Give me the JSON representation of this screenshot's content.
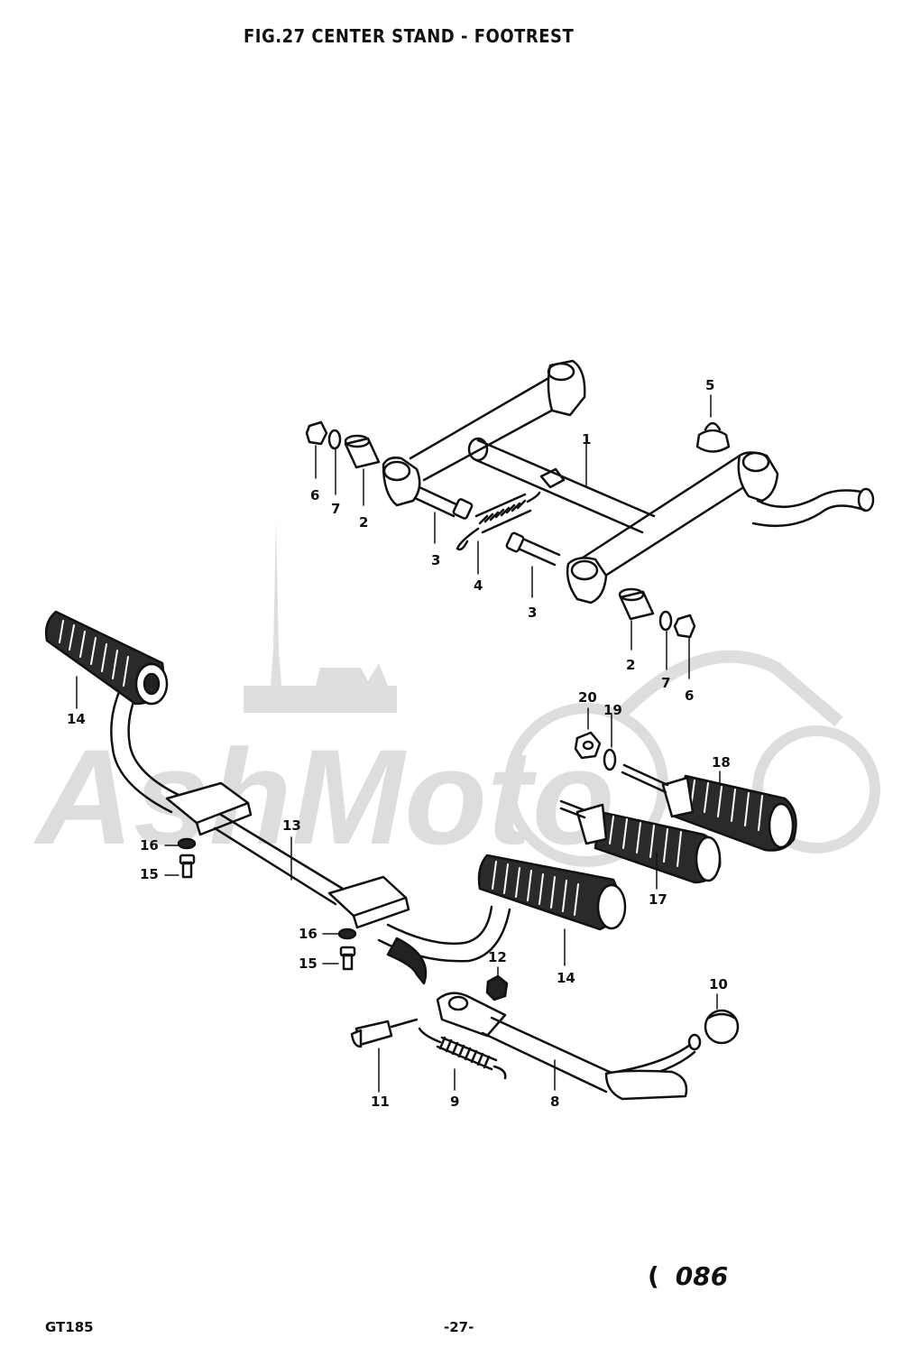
{
  "title": "FIG.27  CENTER STAND - FOOTREST",
  "model": "GT185",
  "page_number": "-27-",
  "code": "086",
  "watermark": "AshMoto",
  "callouts": {
    "p1": "1",
    "p2a": "2",
    "p2b": "2",
    "p3a": "3",
    "p3b": "3",
    "p4": "4",
    "p5": "5",
    "p6a": "6",
    "p6b": "6",
    "p7a": "7",
    "p7b": "7",
    "p8": "8",
    "p9": "9",
    "p10": "10",
    "p11": "11",
    "p12": "12",
    "p13": "13",
    "p14a": "14",
    "p14b": "14",
    "p15a": "15",
    "p15b": "15",
    "p16a": "16",
    "p16b": "16",
    "p17": "17",
    "p18": "18",
    "p19": "19",
    "p20": "20"
  }
}
